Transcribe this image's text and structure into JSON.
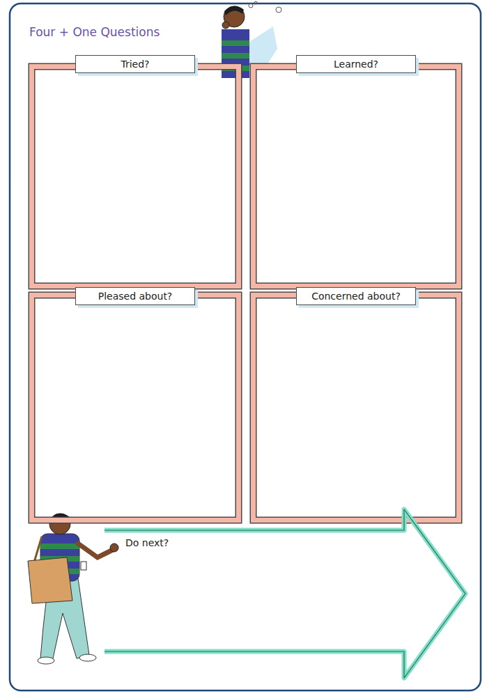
{
  "diagram": {
    "title": "Four + One Questions",
    "nodes": [
      {
        "text": [
          "Tried?"
        ]
      },
      {
        "text": [
          "Learned?"
        ]
      },
      {
        "text": [
          "Pleased about?"
        ]
      },
      {
        "text": [
          "Concerned about?"
        ]
      },
      {
        "text": [
          "Do next?"
        ]
      }
    ]
  }
}
